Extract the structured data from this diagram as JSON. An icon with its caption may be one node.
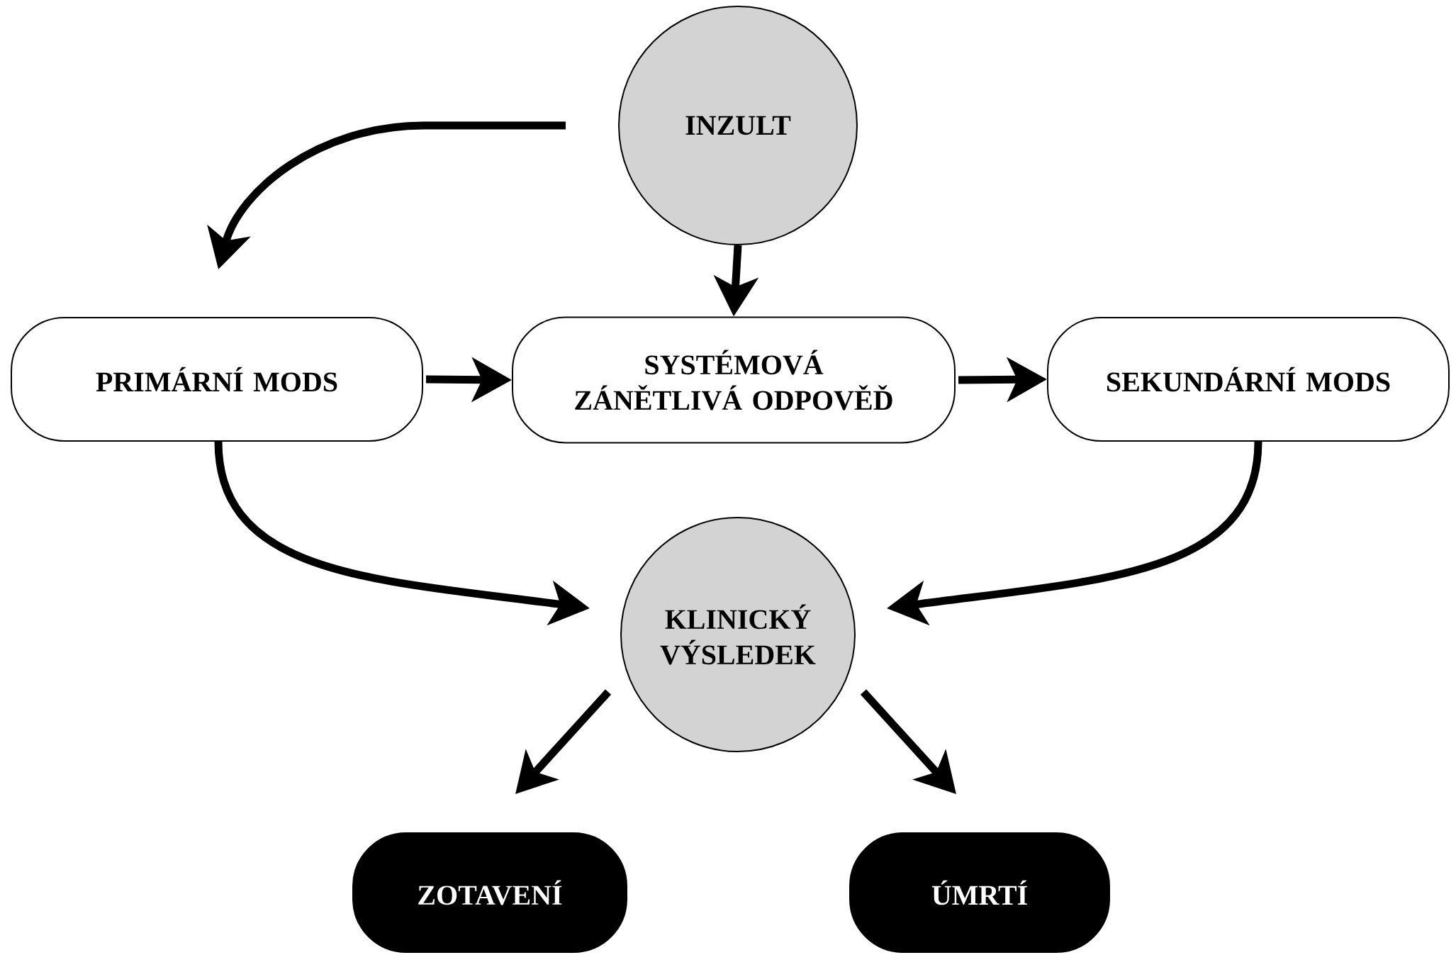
{
  "diagram": {
    "nodes": [
      {
        "text": [
          "INZULT"
        ]
      },
      {
        "text": [
          "PRIMÁRNÍ MODS"
        ]
      },
      {
        "text": [
          "SYSTÉMOVÁ ZÁNĚTLIVÁ ODPOVĚĎ"
        ]
      },
      {
        "text": [
          "SEKUNDÁRNÍ MODS"
        ]
      },
      {
        "text": [
          "KLINICKÝ VÝSLEDEK"
        ]
      },
      {
        "text": [
          "ZOTAVENÍ"
        ]
      },
      {
        "text": [
          "ÚMRTÍ"
        ]
      }
    ],
    "edges": [
      {
        "from": 0,
        "to": 1,
        "arrow": "to"
      },
      {
        "from": 0,
        "to": 2,
        "arrow": "to"
      },
      {
        "from": 1,
        "to": 2,
        "arrow": "to"
      },
      {
        "from": 2,
        "to": 3,
        "arrow": "to"
      },
      {
        "from": 1,
        "to": 4,
        "arrow": "to"
      },
      {
        "from": 3,
        "to": 4,
        "arrow": "to"
      },
      {
        "from": 4,
        "to": 5,
        "arrow": "to"
      },
      {
        "from": 4,
        "to": 6,
        "arrow": "to"
      }
    ]
  }
}
